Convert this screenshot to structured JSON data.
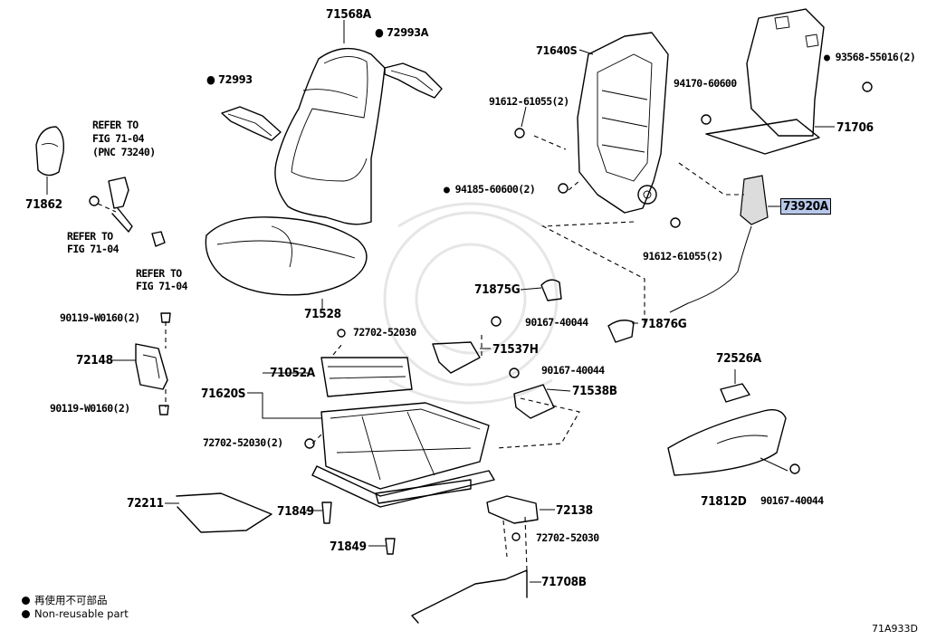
{
  "labels": {
    "l71568A": "71568A",
    "l72993A": "72993A",
    "l72993": "72993",
    "l71640S": "71640S",
    "l93568": "93568-55016(2)",
    "l94170": "94170-60600",
    "l91612a": "91612-61055(2)",
    "l71706": "71706",
    "l94185": "94185-60600(2)",
    "l73920A": "73920A",
    "l91612b": "91612-61055(2)",
    "ref1a": "REFER TO",
    "ref1b": "FIG 71-04",
    "ref1c": "(PNC 73240)",
    "l71862": "71862",
    "ref2a": "REFER TO",
    "ref2b": "FIG 71-04",
    "ref3a": "REFER TO",
    "ref3b": "FIG 71-04",
    "l71875G": "71875G",
    "l71528": "71528",
    "l90167a": "90167-40044",
    "l71876G": "71876G",
    "l90119a": "90119-W0160(2)",
    "l72702a": "72702-52030",
    "l72148": "72148",
    "l71537H": "71537H",
    "l90167b": "90167-40044",
    "l72526A": "72526A",
    "l71620S": "71620S",
    "l71052A": "71052A",
    "l71538B": "71538B",
    "l90119b": "90119-W0160(2)",
    "l72702b": "72702-52030(2)",
    "l90167c": "90167-40044",
    "l71812D": "71812D",
    "l72211": "72211",
    "l71849a": "71849",
    "l72138": "72138",
    "l72702c": "72702-52030",
    "l71849b": "71849",
    "l71708B": "71708B"
  },
  "legend": {
    "jp": "再使用不可部品",
    "en": "Non-reusable part"
  },
  "figure_code": "71A933D"
}
